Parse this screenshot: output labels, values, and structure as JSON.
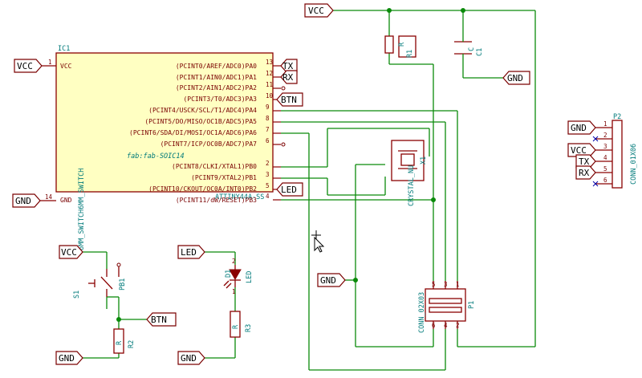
{
  "ic1": {
    "ref": "IC1",
    "part": "ATTINY44A-SS",
    "footprint": "fab:fab-SOIC14",
    "left_pins": [
      {
        "num": "1",
        "name": "VCC"
      },
      {
        "num": "14",
        "name": "GND"
      }
    ],
    "right_pins": [
      {
        "num": "13",
        "name": "(PCINT0/AREF/ADC0)PA0"
      },
      {
        "num": "12",
        "name": "(PCINT1/AIN0/ADC1)PA1"
      },
      {
        "num": "11",
        "name": "(PCINT2/AIN1/ADC2)PA2"
      },
      {
        "num": "10",
        "name": "(PCINT3/T0/ADC3)PA3"
      },
      {
        "num": "9",
        "name": "(PCINT4/USCK/SCL/T1/ADC4)PA4"
      },
      {
        "num": "8",
        "name": "(PCINT5/DO/MISO/OC1B/ADC5)PA5"
      },
      {
        "num": "7",
        "name": "(PCINT6/SDA/DI/MOSI/OC1A/ADC6)PA6"
      },
      {
        "num": "6",
        "name": "(PCINT7/ICP/OC0B/ADC7)PA7"
      },
      {
        "num": "2",
        "name": "(PCINT8/CLKI/XTAL1)PB0"
      },
      {
        "num": "3",
        "name": "(PCINT9/XTAL2)PB1"
      },
      {
        "num": "5",
        "name": "(PCINT10/CKOUT/OC0A/INT0)PB2"
      },
      {
        "num": "4",
        "name": "(PCINT11/dW/RESET)PB3"
      }
    ]
  },
  "labels": {
    "vcc_ic": "VCC",
    "gnd_ic": "GND",
    "tx_ic": "TX",
    "rx_ic": "RX",
    "btn_ic": "BTN",
    "led_ic": "LED",
    "vcc_top": "VCC",
    "gnd_cap": "GND",
    "gnd_conn": "GND",
    "vcc_sw": "VCC",
    "btn_sw": "BTN",
    "gnd_sw": "GND",
    "led_d": "LED",
    "gnd_d": "GND",
    "p2_gnd": "GND",
    "p2_vcc": "VCC",
    "p2_tx": "TX",
    "p2_rx": "RX"
  },
  "r1": {
    "ref": "R1",
    "value": "R"
  },
  "c1": {
    "ref": "C1",
    "value": "C"
  },
  "x1": {
    "ref": "X1",
    "value": "CRYSTAL_NU"
  },
  "p1": {
    "ref": "P1",
    "value": "CONN_02X03",
    "pins_top": [
      "5",
      "3",
      "1"
    ],
    "pins_bottom": [
      "6",
      "4",
      "2"
    ]
  },
  "p2": {
    "ref": "P2",
    "value": "CONN_01X06",
    "pins": [
      "1",
      "2",
      "3",
      "4",
      "5",
      "6"
    ]
  },
  "s1": {
    "ref": "S1",
    "value": "6MM_SWITCH6MM_SWITCH",
    "short_value": "PB1"
  },
  "r2": {
    "ref": "R2",
    "value": "R"
  },
  "d1": {
    "ref": "D1",
    "value": "LED"
  },
  "r3": {
    "ref": "R3",
    "value": "R"
  }
}
